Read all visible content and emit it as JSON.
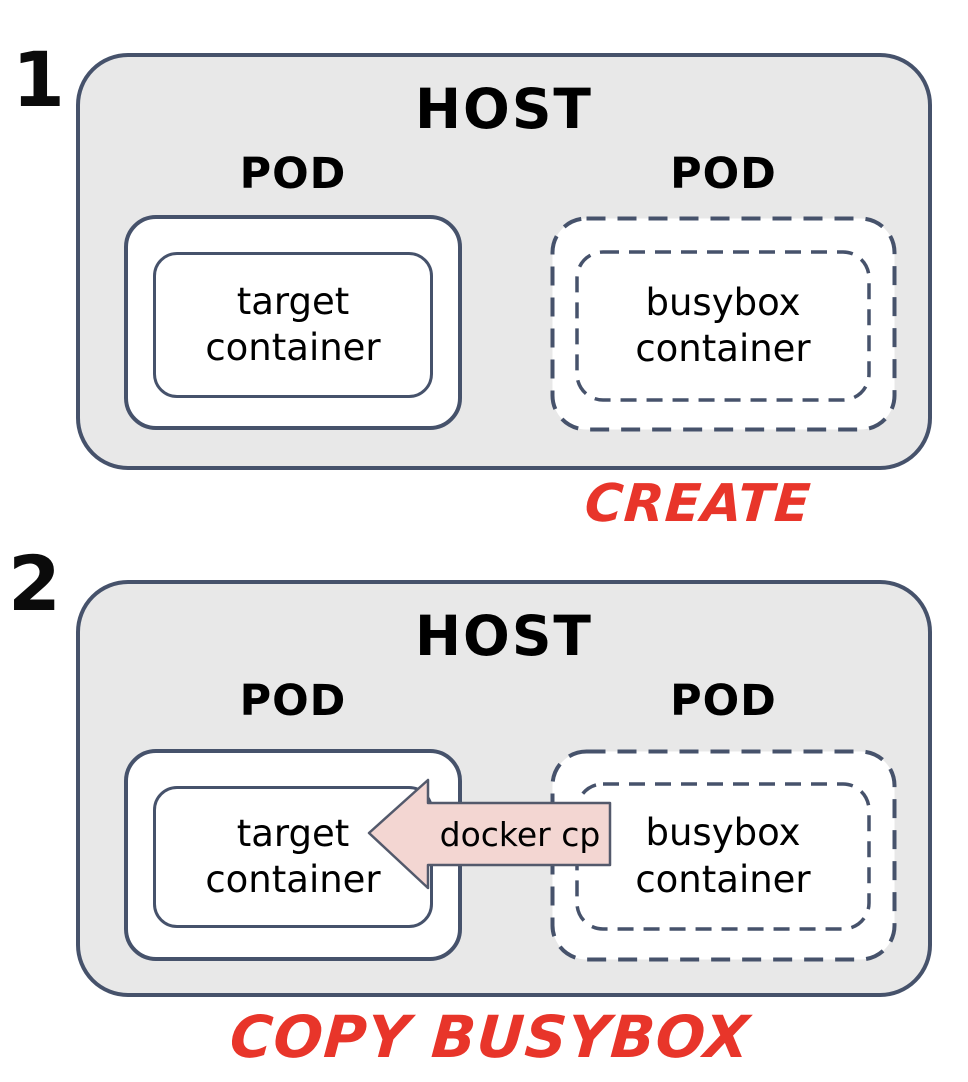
{
  "colors": {
    "box_border": "#46526B",
    "host_fill": "#E8E8E8",
    "pod_fill": "#FFFFFF",
    "caption_red": "#E8352A",
    "arrow_fill": "#F3D6D2",
    "text": "#000000"
  },
  "panels": [
    {
      "step": "1",
      "host_label": "HOST",
      "pods": [
        {
          "label": "POD",
          "container": "target container",
          "border_style": "solid"
        },
        {
          "label": "POD",
          "container": "busybox container",
          "border_style": "dashed"
        }
      ],
      "caption": "CREATE"
    },
    {
      "step": "2",
      "host_label": "HOST",
      "pods": [
        {
          "label": "POD",
          "container": "target container",
          "border_style": "solid"
        },
        {
          "label": "POD",
          "container": "busybox container",
          "border_style": "dashed"
        }
      ],
      "arrow_label": "docker cp",
      "caption": "COPY BUSYBOX"
    }
  ]
}
